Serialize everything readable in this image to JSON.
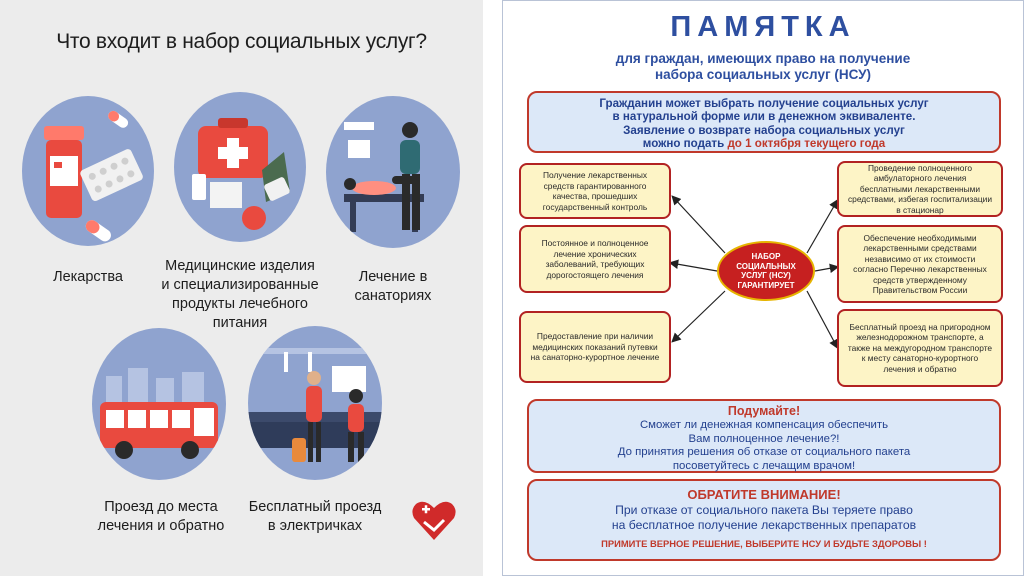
{
  "left": {
    "title": "Что входит в набор социальных услуг?",
    "captions": {
      "medicines": "Лекарства",
      "medical": [
        "Медицинские изделия",
        "и специализированные",
        "продукты лечебного питания"
      ],
      "sanatorium": "Лечение в санаториях",
      "travel": [
        "Проезд до места",
        "лечения и обратно"
      ],
      "train": [
        "Бесплатный проезд",
        "в электричках"
      ]
    }
  },
  "right": {
    "title": "ПАМЯТКА",
    "subtitle": [
      "для граждан, имеющих право на получение",
      "набора социальных услуг (НСУ)"
    ],
    "top_box": {
      "lines": [
        "Гражданин может выбрать получение социальных услуг",
        "в натуральной форме или в денежном эквиваленте.",
        "Заявление о возврате набора социальных услуг"
      ],
      "last_prefix": "можно подать ",
      "last_highlight": "до 1 октября текущего года"
    },
    "hub": [
      "НАБОР",
      "СОЦИАЛЬНЫХ",
      "УСЛУГ (НСУ)",
      "ГАРАНТИРУЕТ"
    ],
    "items": {
      "l1": "Получение лекарственных средств гарантированного качества, прошедших государственный контроль",
      "l2": "Постоянное и полноценное лечение хронических заболеваний, требующих дорогостоящего лечения",
      "l3": "Предоставление при наличии медицинских показаний путевки на санаторно-курортное лечение",
      "r1": "Проведение полноценного амбулаторного лечения бесплатными лекарственными средствами, избегая госпитализации в стационар",
      "r2": "Обеспечение необходимыми лекарственными средствами независимо от их стоимости согласно Перечню лекарственных средств утвержденному Правительством России",
      "r3": "Бесплатный проезд на пригородном железнодорожном транспорте, а также на междугородном транспорте к месту санаторно-курортного лечения и обратно"
    },
    "think_box": {
      "heading": "Подумайте!",
      "lines": [
        "Сможет ли денежная компенсация обеспечить",
        "Вам полноценное лечение?!",
        "До принятия решения об отказе от социального пакета",
        "посоветуйтесь с лечащим врачом!"
      ]
    },
    "attention_box": {
      "heading": "ОБРАТИТЕ ВНИМАНИЕ!",
      "lines": [
        "При отказе от социального пакета Вы теряете право",
        "на бесплатное получение лекарственных препаратов"
      ],
      "footer": "ПРИМИТЕ ВЕРНОЕ РЕШЕНИЕ, ВЫБЕРИТЕ НСУ И БУДЬТЕ ЗДОРОВЫ !"
    }
  },
  "colors": {
    "circle": "#8fa3cf",
    "blue_text": "#2e4fa0",
    "red": "#c0392b",
    "yellow_box": "#fdf4c6",
    "blue_box": "#dce8f8"
  }
}
